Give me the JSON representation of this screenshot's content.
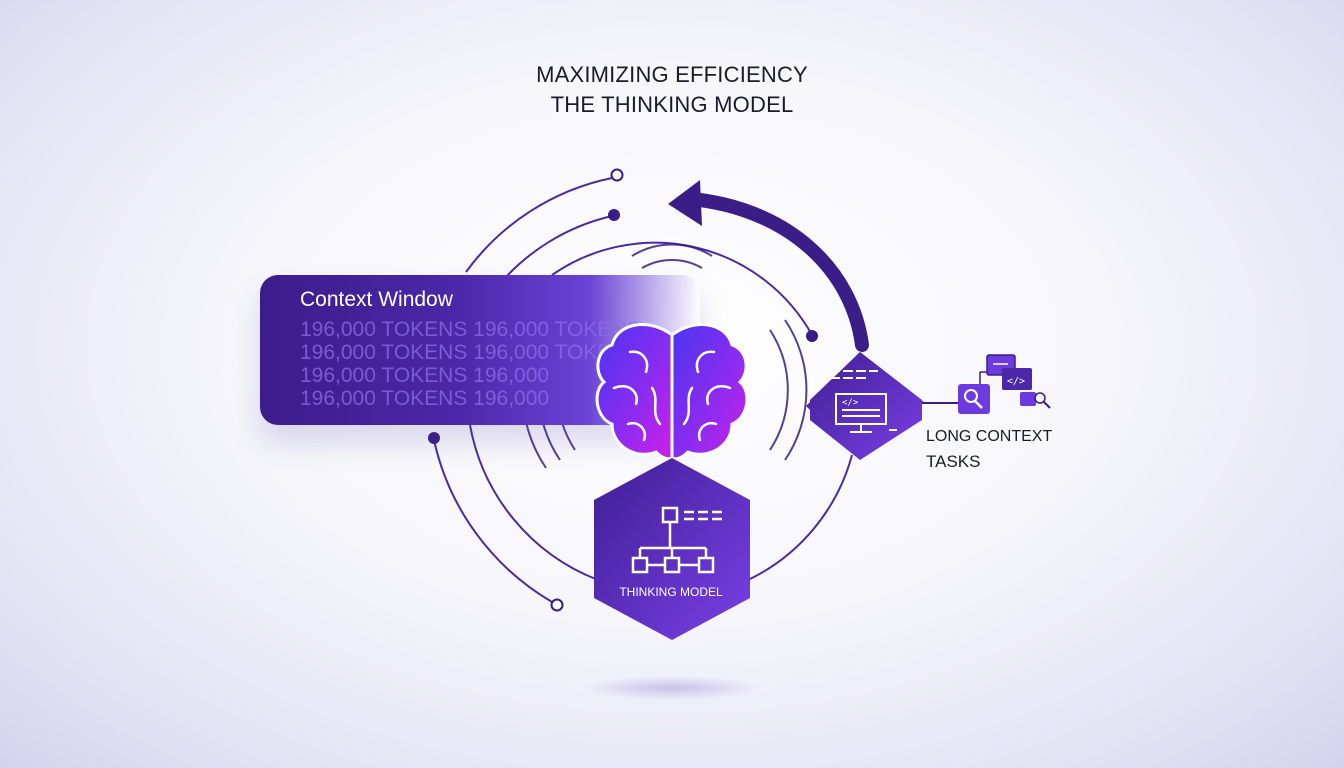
{
  "title": {
    "line1": "MAXIMIZING EFFICIENCY",
    "line2": "THE THINKING MODEL"
  },
  "context_window": {
    "title": "Context Window",
    "token_lines": [
      "196,000 TOKENS 196,000 TOKENS",
      "196,000 TOKENS 196,000 TOKENS",
      "196,000 TOKENS 196,000",
      "196,000 TOKENS 196,000"
    ]
  },
  "long_context": {
    "line1": "LONG CONTEXT",
    "line2": "TASKS"
  },
  "thinking_model": {
    "label": "THINKING MODEL"
  },
  "icons": [
    "brain-icon",
    "flowchart-icon",
    "code-screen-icon",
    "search-icon",
    "code-window-icon",
    "return-arrow-icon"
  ],
  "colors": {
    "deep_purple": "#3a1d86",
    "violet": "#6d3ae0",
    "magenta": "#c021e8",
    "line": "#4b2a9e"
  }
}
